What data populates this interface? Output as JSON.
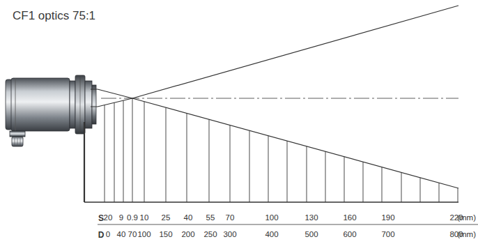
{
  "diagram": {
    "title": "CF1 optics 75:1",
    "labels": [
      "S",
      "20",
      "9",
      "0.9",
      "10",
      "25",
      "40",
      "55",
      "70",
      "100",
      "130",
      "160",
      "190",
      "220",
      "(mm)",
      "D",
      "0",
      "40",
      "70",
      "100",
      "150",
      "200",
      "250",
      "300",
      "400",
      "500",
      "600",
      "700",
      "800",
      "(mm)"
    ]
  }
}
